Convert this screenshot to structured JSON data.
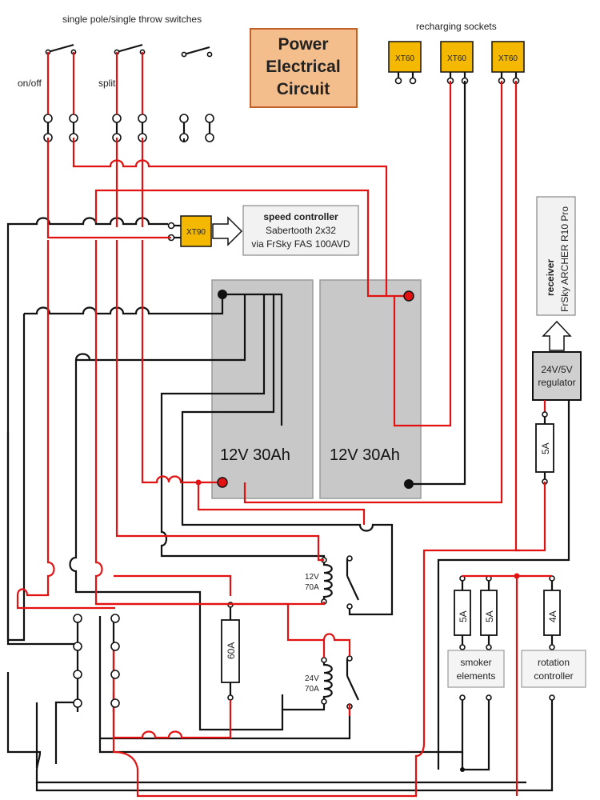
{
  "title": {
    "line1": "Power",
    "line2": "Electrical",
    "line3": "Circuit"
  },
  "labels": {
    "switches_heading": "single pole/single throw switches",
    "on_off": "on/off",
    "split": "split",
    "recharging_sockets": "recharging sockets"
  },
  "connectors": {
    "xt60": "XT60",
    "xt90": "XT90"
  },
  "speed_controller": {
    "title": "speed controller",
    "line2": "Sabertooth 2x32",
    "line3": "via FrSky FAS 100AVD"
  },
  "receiver": {
    "title": "receiver",
    "model": "FrSky ARCHER R10 Pro"
  },
  "regulator": {
    "line1": "24V/5V",
    "line2": "regulator"
  },
  "batteries": [
    {
      "label": "12V 30Ah"
    },
    {
      "label": "12V 30Ah"
    }
  ],
  "fuses": {
    "regulator_fuse": "5A",
    "main_fuse": "60A",
    "smoker_fuse_1": "5A",
    "smoker_fuse_2": "5A",
    "rotation_fuse": "4A"
  },
  "relays": {
    "relay_12v": {
      "line1": "12V",
      "line2": "70A"
    },
    "relay_24v": {
      "line1": "24V",
      "line2": "70A"
    }
  },
  "loads": {
    "smoker": {
      "line1": "smoker",
      "line2": "elements"
    },
    "rotation": {
      "line1": "rotation",
      "line2": "controller"
    }
  },
  "colors": {
    "wire_positive": "#e21212",
    "wire_negative": "#111111",
    "battery_fill": "#c8c8c8",
    "connector_fill": "#f5b800",
    "title_fill": "#f4be8c",
    "title_border": "#c0602a"
  }
}
